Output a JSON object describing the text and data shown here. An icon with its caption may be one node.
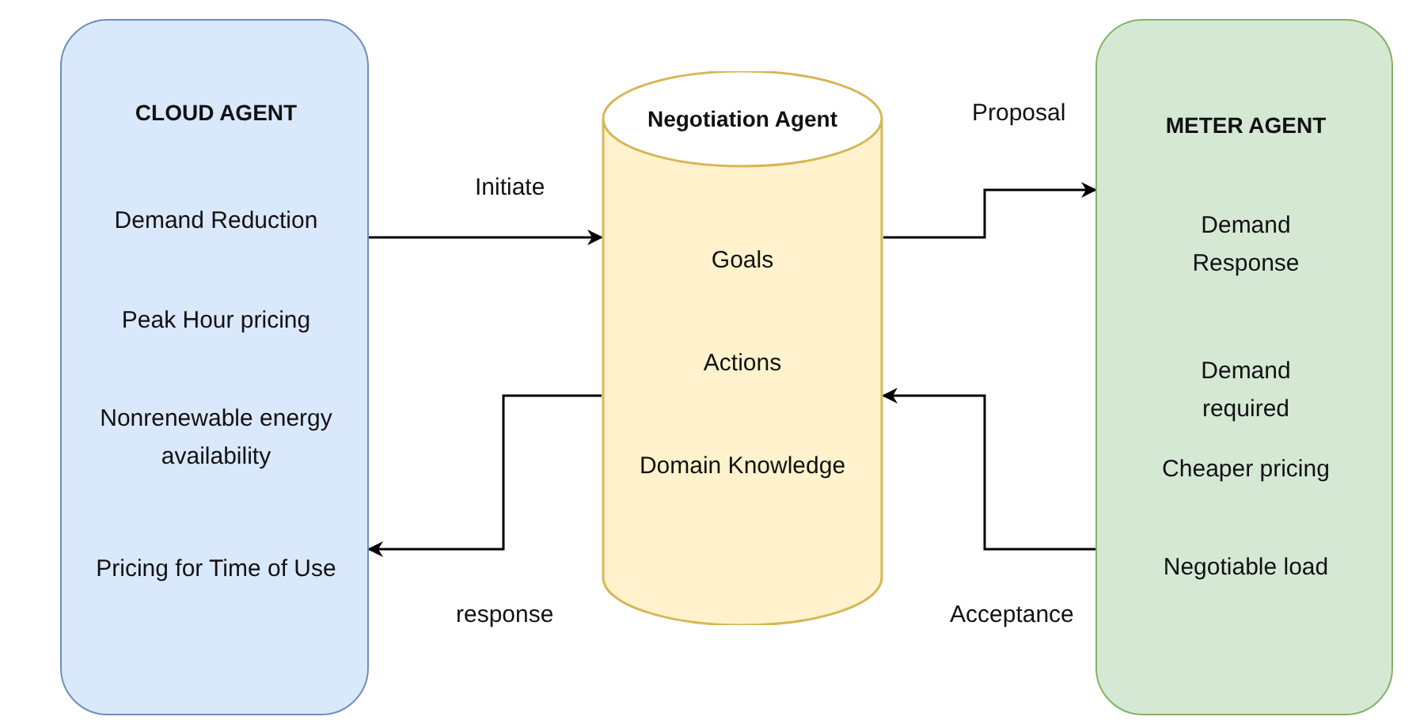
{
  "diagram": {
    "nodes": [
      {
        "text": [
          "CLOUD AGENT",
          "Demand Reduction",
          "Peak Hour pricing",
          "Nonrenewable energy availability",
          "Pricing for Time of Use"
        ]
      },
      {
        "text": [
          "Negotiation Agent",
          "Goals",
          "Actions",
          "Domain Knowledge"
        ]
      },
      {
        "text": [
          "METER AGENT",
          "Demand Response",
          "Demand required",
          "Cheaper pricing",
          "Negotiable load"
        ]
      }
    ],
    "edges": [
      {
        "from": 0,
        "to": 1,
        "arrow": "to",
        "label": "Initiate"
      },
      {
        "from": 1,
        "to": 2,
        "arrow": "to",
        "label": "Proposal"
      },
      {
        "from": 2,
        "to": 1,
        "arrow": "to",
        "label": "Acceptance"
      },
      {
        "from": 1,
        "to": 0,
        "arrow": "to",
        "label": "response"
      }
    ]
  }
}
